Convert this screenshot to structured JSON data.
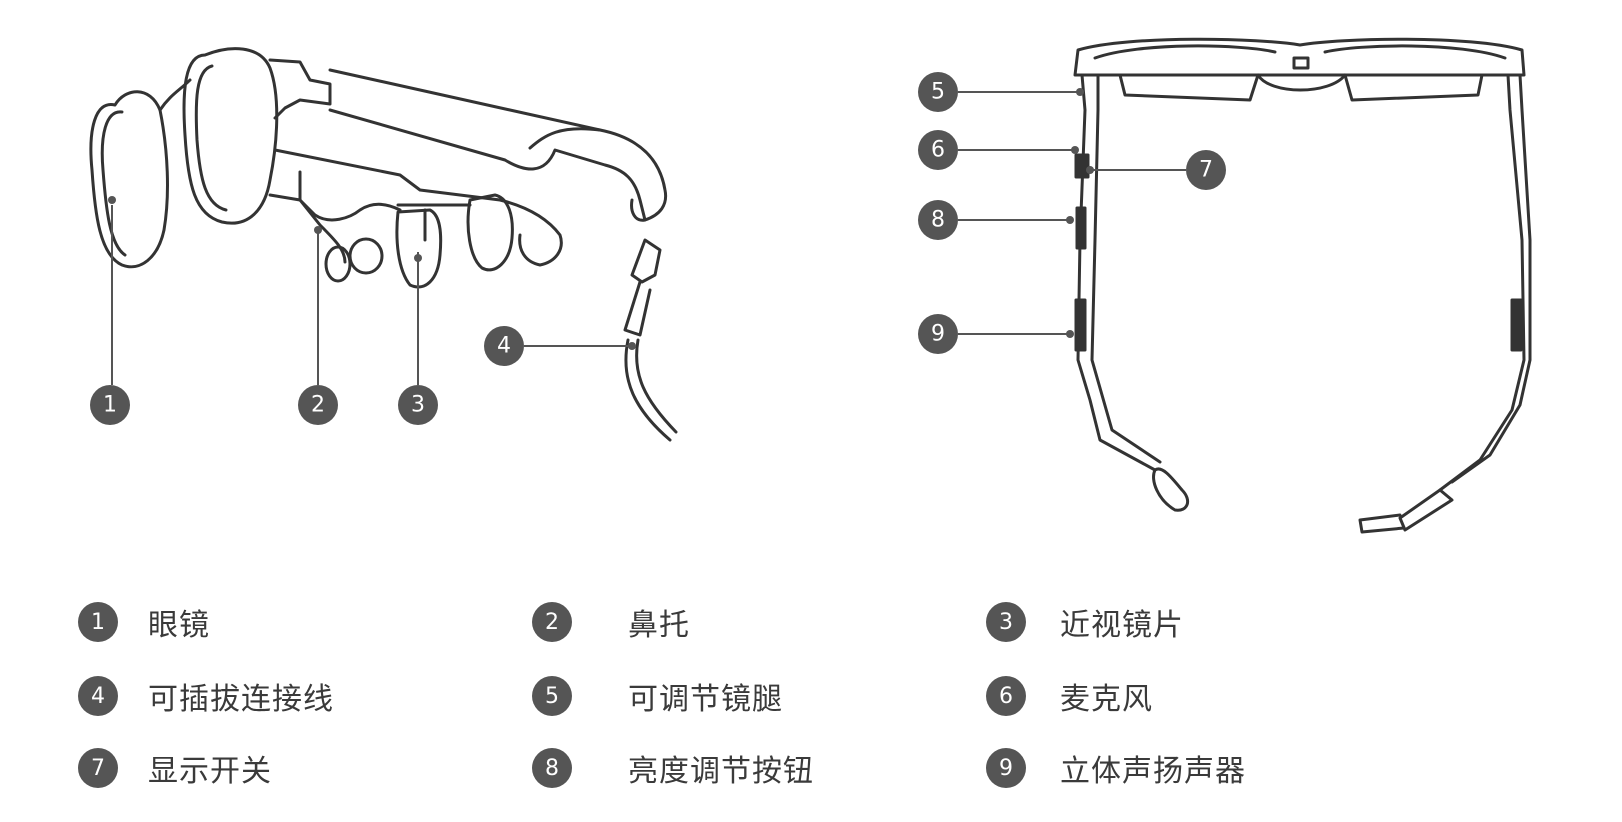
{
  "callouts": [
    "1",
    "2",
    "3",
    "4",
    "5",
    "6",
    "7",
    "8",
    "9"
  ],
  "legend": [
    {
      "num": "1",
      "label": "眼镜"
    },
    {
      "num": "2",
      "label": "鼻托"
    },
    {
      "num": "3",
      "label": "近视镜片"
    },
    {
      "num": "4",
      "label": "可插拔连接线"
    },
    {
      "num": "5",
      "label": "可调节镜腿"
    },
    {
      "num": "6",
      "label": "麦克风"
    },
    {
      "num": "7",
      "label": "显示开关"
    },
    {
      "num": "8",
      "label": "亮度调节按钮"
    },
    {
      "num": "9",
      "label": "立体声扬声器"
    }
  ],
  "colors": {
    "badge": "#555555",
    "line": "#3a3a3a",
    "text": "#3a3a3a"
  }
}
